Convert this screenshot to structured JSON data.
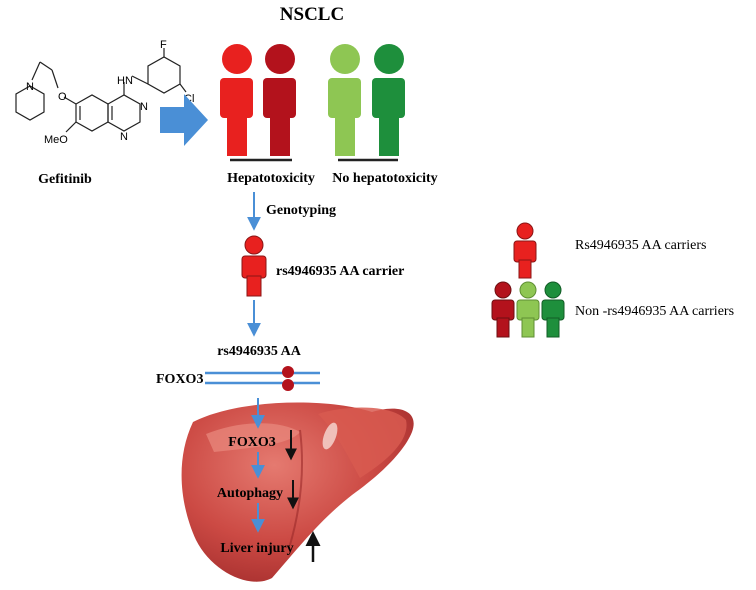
{
  "title": "NSCLC",
  "drug": {
    "name": "Gefitinib",
    "atoms": {
      "hn": "HN",
      "f": "F",
      "cl": "Cl",
      "o": "O",
      "n_morph": "N",
      "meo": "MeO",
      "n_ring1": "N",
      "n_ring2": "N"
    }
  },
  "groups": {
    "hepatotoxicity": "Hepatotoxicity",
    "no_hepatotoxicity": "No hepatotoxicity"
  },
  "steps": {
    "genotyping": "Genotyping",
    "carrier": "rs4946935 AA carrier",
    "genotype": "rs4946935 AA",
    "gene": "FOXO3"
  },
  "liver": {
    "foxo3": "FOXO3",
    "autophagy": "Autophagy",
    "injury": "Liver injury"
  },
  "legend": {
    "carriers": "Rs4946935  AA carriers",
    "non_carriers": "Non -rs4946935  AA carriers"
  },
  "colors": {
    "red": "#e8211f",
    "dark_red": "#b3121c",
    "light_green": "#8ec653",
    "green": "#1e8f3c",
    "arrow_blue": "#4a8fd6",
    "liver": "#c8413f",
    "liver_light": "#e07268"
  }
}
